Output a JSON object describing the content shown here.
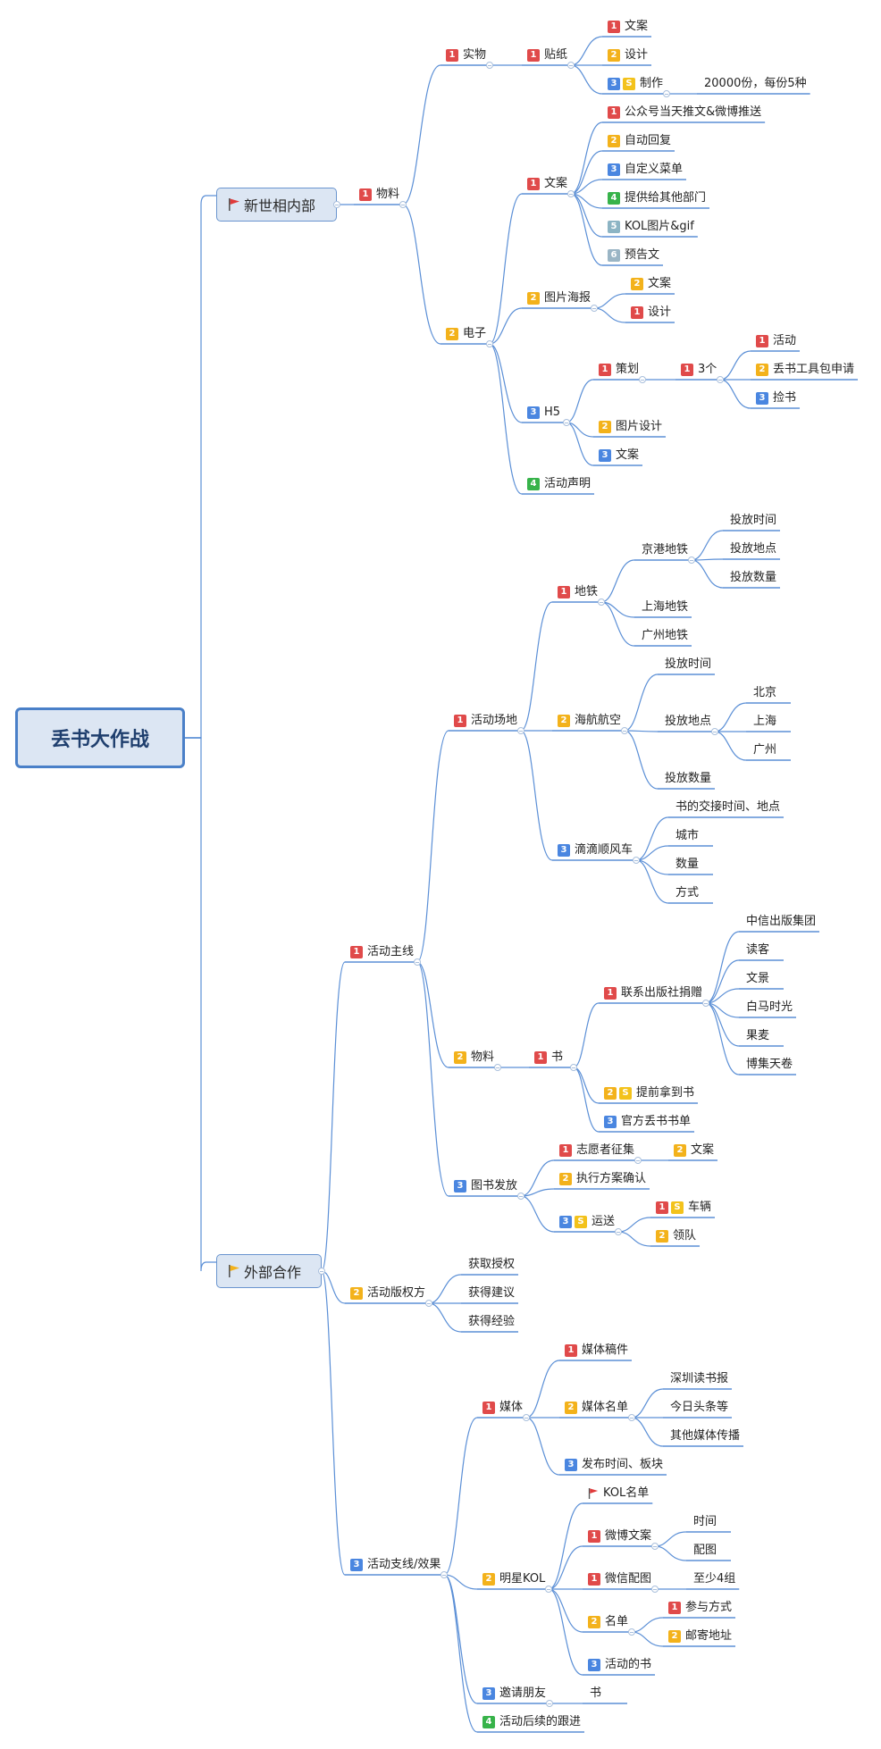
{
  "colors": {
    "line": "#5b8fd6",
    "p1": "#e04a4a",
    "p2": "#f3b21b",
    "p3": "#4a86e0",
    "p4": "#37b34a",
    "p5": "#8cb4c4",
    "p6": "#9ab5c5",
    "flag_red": "#e03a3a",
    "flag_yellow": "#f3b21b"
  },
  "root": {
    "label": "丢书大作战"
  },
  "mains": [
    {
      "id": "A",
      "label": "新世相内部",
      "flag": "red"
    },
    {
      "id": "B",
      "label": "外部合作",
      "flag": "yellow"
    }
  ],
  "nodes": [
    {
      "id": "a1",
      "label": "物料",
      "p": "1"
    },
    {
      "id": "a11",
      "label": "实物",
      "p": "1"
    },
    {
      "id": "a111",
      "label": "贴纸",
      "p": "1"
    },
    {
      "id": "a1111",
      "label": "文案",
      "p": "1"
    },
    {
      "id": "a1112",
      "label": "设计",
      "p": "2"
    },
    {
      "id": "a1113",
      "label": "制作",
      "p": "3",
      "s": true
    },
    {
      "id": "a11131",
      "label": "20000份，每份5种"
    },
    {
      "id": "a12",
      "label": "电子",
      "p": "2"
    },
    {
      "id": "a121",
      "label": "文案",
      "p": "1"
    },
    {
      "id": "a1211",
      "label": "公众号当天推文&微博推送",
      "p": "1"
    },
    {
      "id": "a1212",
      "label": "自动回复",
      "p": "2"
    },
    {
      "id": "a1213",
      "label": "自定义菜单",
      "p": "3"
    },
    {
      "id": "a1214",
      "label": "提供给其他部门",
      "p": "4"
    },
    {
      "id": "a1215",
      "label": "KOL图片&gif",
      "p": "5"
    },
    {
      "id": "a1216",
      "label": "预告文",
      "p": "6"
    },
    {
      "id": "a122",
      "label": "图片海报",
      "p": "2"
    },
    {
      "id": "a1221",
      "label": "文案",
      "p": "2"
    },
    {
      "id": "a1222",
      "label": "设计",
      "p": "1"
    },
    {
      "id": "a123",
      "label": "H5",
      "p": "3"
    },
    {
      "id": "a1231",
      "label": "策划",
      "p": "1"
    },
    {
      "id": "a12311",
      "label": "3个",
      "p": "1"
    },
    {
      "id": "a123111",
      "label": "活动",
      "p": "1"
    },
    {
      "id": "a123112",
      "label": "丢书工具包申请",
      "p": "2"
    },
    {
      "id": "a123113",
      "label": "捡书",
      "p": "3"
    },
    {
      "id": "a1232",
      "label": "图片设计",
      "p": "2"
    },
    {
      "id": "a1233",
      "label": "文案",
      "p": "3"
    },
    {
      "id": "a124",
      "label": "活动声明",
      "p": "4"
    },
    {
      "id": "b1",
      "label": "活动主线",
      "p": "1"
    },
    {
      "id": "b11",
      "label": "活动场地",
      "p": "1"
    },
    {
      "id": "b111",
      "label": "地铁",
      "p": "1"
    },
    {
      "id": "b1111",
      "label": "京港地铁"
    },
    {
      "id": "b11111",
      "label": "投放时间"
    },
    {
      "id": "b11112",
      "label": "投放地点"
    },
    {
      "id": "b11113",
      "label": "投放数量"
    },
    {
      "id": "b1112",
      "label": "上海地铁"
    },
    {
      "id": "b1113",
      "label": "广州地铁"
    },
    {
      "id": "b112",
      "label": "海航航空",
      "p": "2"
    },
    {
      "id": "b1121",
      "label": "投放时间"
    },
    {
      "id": "b1122",
      "label": "投放地点"
    },
    {
      "id": "b11221",
      "label": "北京"
    },
    {
      "id": "b11222",
      "label": "上海"
    },
    {
      "id": "b11223",
      "label": "广州"
    },
    {
      "id": "b1123",
      "label": "投放数量"
    },
    {
      "id": "b113",
      "label": "滴滴顺风车",
      "p": "3"
    },
    {
      "id": "b1131",
      "label": "书的交接时间、地点"
    },
    {
      "id": "b1132",
      "label": "城市"
    },
    {
      "id": "b1133",
      "label": "数量"
    },
    {
      "id": "b1134",
      "label": "方式"
    },
    {
      "id": "b12",
      "label": "物料",
      "p": "2"
    },
    {
      "id": "b121",
      "label": "书",
      "p": "1"
    },
    {
      "id": "b1211",
      "label": "联系出版社捐赠",
      "p": "1"
    },
    {
      "id": "b12111",
      "label": "中信出版集团"
    },
    {
      "id": "b12112",
      "label": "读客"
    },
    {
      "id": "b12113",
      "label": "文景"
    },
    {
      "id": "b12114",
      "label": "白马时光"
    },
    {
      "id": "b12115",
      "label": "果麦"
    },
    {
      "id": "b12116",
      "label": "博集天卷"
    },
    {
      "id": "b1212",
      "label": "提前拿到书",
      "p": "2",
      "s": true
    },
    {
      "id": "b1213",
      "label": "官方丢书书单",
      "p": "3"
    },
    {
      "id": "b13",
      "label": "图书发放",
      "p": "3"
    },
    {
      "id": "b131",
      "label": "志愿者征集",
      "p": "1"
    },
    {
      "id": "b1311",
      "label": "文案",
      "p": "2"
    },
    {
      "id": "b132",
      "label": "执行方案确认",
      "p": "2"
    },
    {
      "id": "b133",
      "label": "运送",
      "p": "3",
      "s": true
    },
    {
      "id": "b1331",
      "label": "车辆",
      "p": "1",
      "s": true
    },
    {
      "id": "b1332",
      "label": "领队",
      "p": "2"
    },
    {
      "id": "b2",
      "label": "活动版权方",
      "p": "2"
    },
    {
      "id": "b21",
      "label": "获取授权"
    },
    {
      "id": "b22",
      "label": "获得建议"
    },
    {
      "id": "b23",
      "label": "获得经验"
    },
    {
      "id": "b3",
      "label": "活动支线/效果",
      "p": "3"
    },
    {
      "id": "b31",
      "label": "媒体",
      "p": "1"
    },
    {
      "id": "b311",
      "label": "媒体稿件",
      "p": "1"
    },
    {
      "id": "b312",
      "label": "媒体名单",
      "p": "2"
    },
    {
      "id": "b3121",
      "label": "深圳读书报"
    },
    {
      "id": "b3122",
      "label": "今日头条等"
    },
    {
      "id": "b3123",
      "label": "其他媒体传播"
    },
    {
      "id": "b313",
      "label": "发布时间、板块",
      "p": "3"
    },
    {
      "id": "b32",
      "label": "明星KOL",
      "p": "2"
    },
    {
      "id": "b321",
      "label": "KOL名单",
      "flag": "red"
    },
    {
      "id": "b322",
      "label": "微博文案",
      "p": "1"
    },
    {
      "id": "b3221",
      "label": "时间"
    },
    {
      "id": "b3222",
      "label": "配图"
    },
    {
      "id": "b323",
      "label": "微信配图",
      "p": "1"
    },
    {
      "id": "b3231",
      "label": "至少4组"
    },
    {
      "id": "b324",
      "label": "名单",
      "p": "2"
    },
    {
      "id": "b3241",
      "label": "参与方式",
      "p": "1"
    },
    {
      "id": "b3242",
      "label": "邮寄地址",
      "p": "2"
    },
    {
      "id": "b325",
      "label": "活动的书",
      "p": "3"
    },
    {
      "id": "b33",
      "label": "邀请朋友",
      "p": "3"
    },
    {
      "id": "b331",
      "label": "书"
    },
    {
      "id": "b34",
      "label": "活动后续的跟进",
      "p": "4"
    }
  ]
}
